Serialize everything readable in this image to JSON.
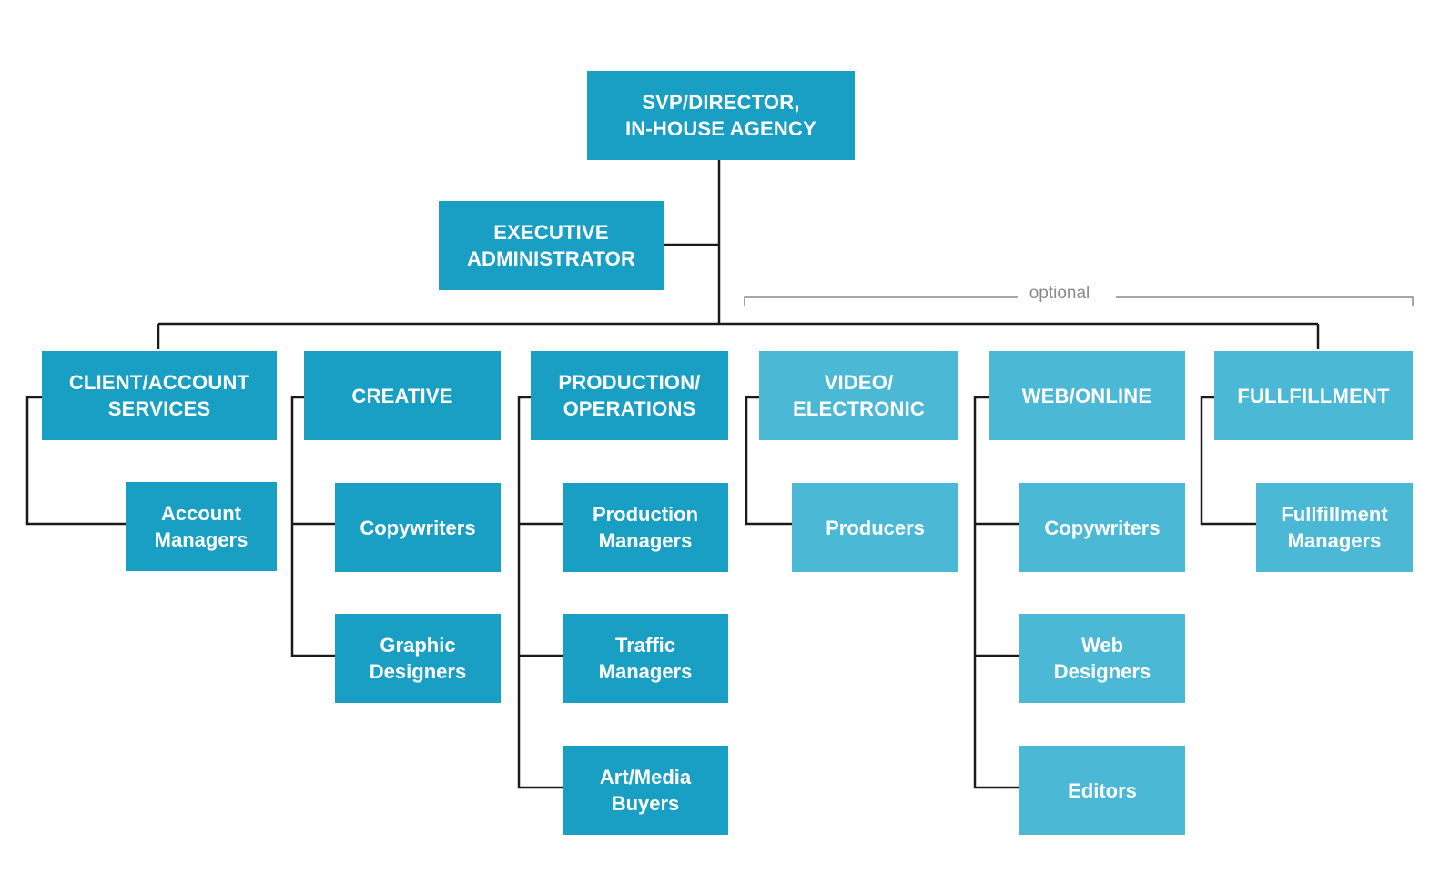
{
  "colors": {
    "core_box": "#1a9fc4",
    "optional_box": "#4bb8d6",
    "connector": "#1a1a1a",
    "optional_bracket": "#8a8a8a"
  },
  "top": {
    "svp": "SVP/DIRECTOR,\nIN-HOUSE AGENCY",
    "exec_admin": "EXECUTIVE\nADMINISTRATOR"
  },
  "optional_label": "optional",
  "departments": {
    "client": {
      "title": "CLIENT/ACCOUNT\nSERVICES",
      "roles": [
        "Account\nManagers"
      ]
    },
    "creative": {
      "title": "CREATIVE",
      "roles": [
        "Copywriters",
        "Graphic\nDesigners"
      ]
    },
    "production": {
      "title": "PRODUCTION/\nOPERATIONS",
      "roles": [
        "Production\nManagers",
        "Traffic\nManagers",
        "Art/Media\nBuyers"
      ]
    },
    "video": {
      "title": "VIDEO/\nELECTRONIC",
      "roles": [
        "Producers"
      ]
    },
    "web": {
      "title": "WEB/ONLINE",
      "roles": [
        "Copywriters",
        "Web\nDesigners",
        "Editors"
      ]
    },
    "fulfillment": {
      "title": "FULLFILLMENT",
      "roles": [
        "Fullfillment\nManagers"
      ]
    }
  }
}
